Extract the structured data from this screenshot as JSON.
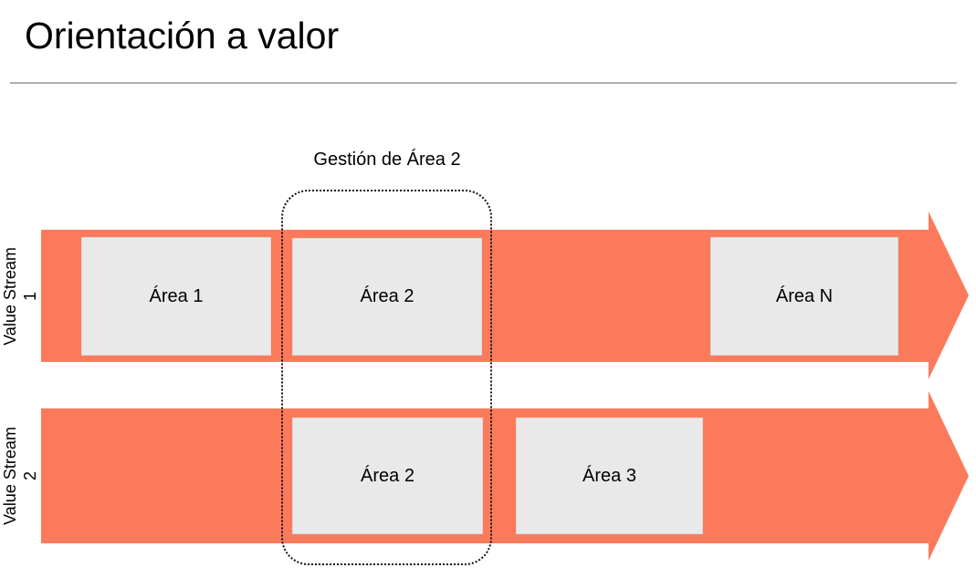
{
  "title": "Orientación a valor",
  "annotation": {
    "label": "Gestión de Área 2"
  },
  "streams": [
    {
      "label_line1": "Value Stream",
      "label_line2": "1",
      "areas": [
        {
          "label": "Área 1"
        },
        {
          "label": "Área 2"
        },
        {
          "label": "Área N"
        }
      ]
    },
    {
      "label_line1": "Value Stream",
      "label_line2": "2",
      "areas": [
        {
          "label": "Área 2"
        },
        {
          "label": "Área 3"
        }
      ]
    }
  ],
  "colors": {
    "arrow": "#fc7a5c",
    "area_box": "#e9e9e9",
    "area_box_border": "#d9d9d9",
    "outline": "#111111",
    "divider": "#aeaeae",
    "text": "#000000"
  }
}
